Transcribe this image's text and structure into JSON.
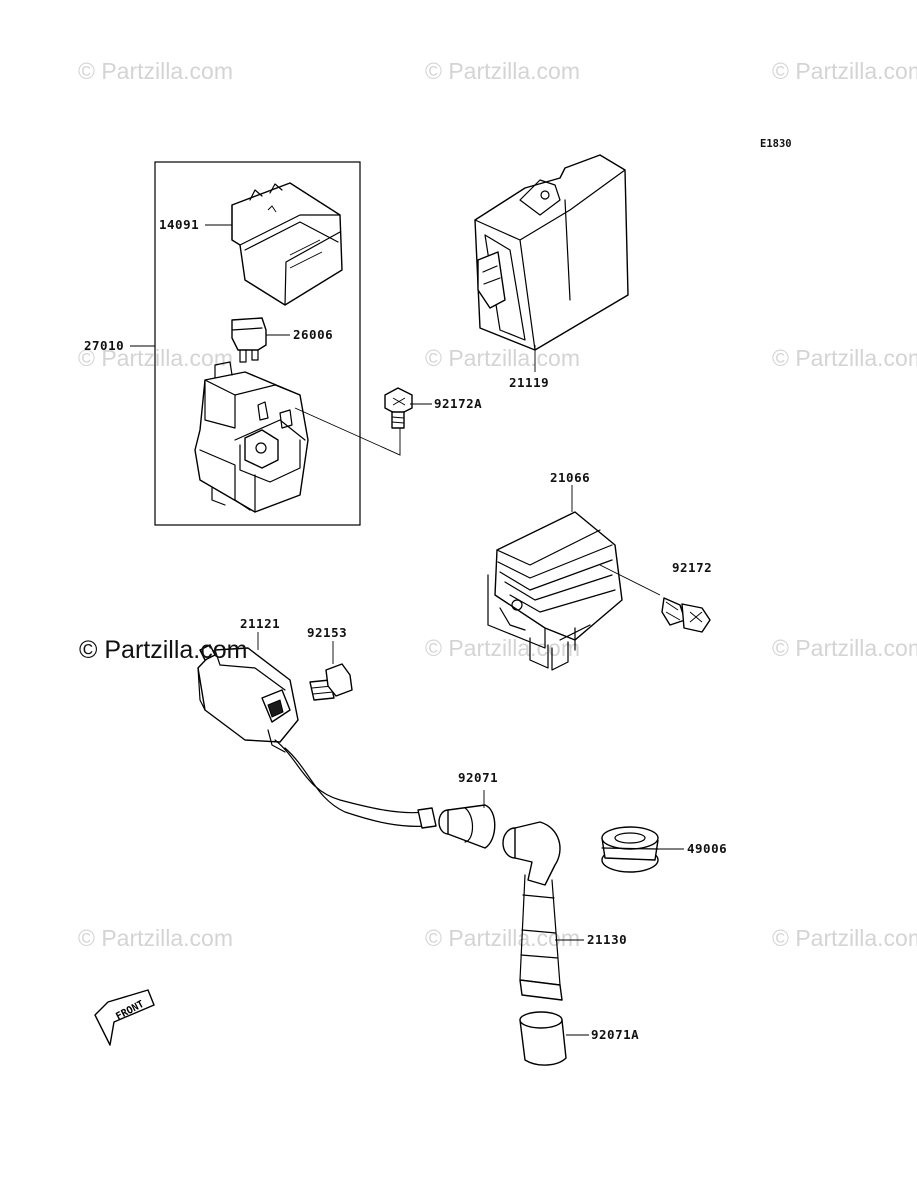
{
  "diagram_code": "E1830",
  "watermark_text": "© Partzilla.com",
  "watermark_main_text": "© Partzilla.com",
  "front_label": "FRONT",
  "parts": {
    "p14091": "14091",
    "p27010": "27010",
    "p26006": "26006",
    "p21119": "21119",
    "p92172A": "92172A",
    "p21066": "21066",
    "p92172": "92172",
    "p21121": "21121",
    "p92153": "92153",
    "p92071": "92071",
    "p49006": "49006",
    "p21130": "21130",
    "p92071A": "92071A"
  }
}
